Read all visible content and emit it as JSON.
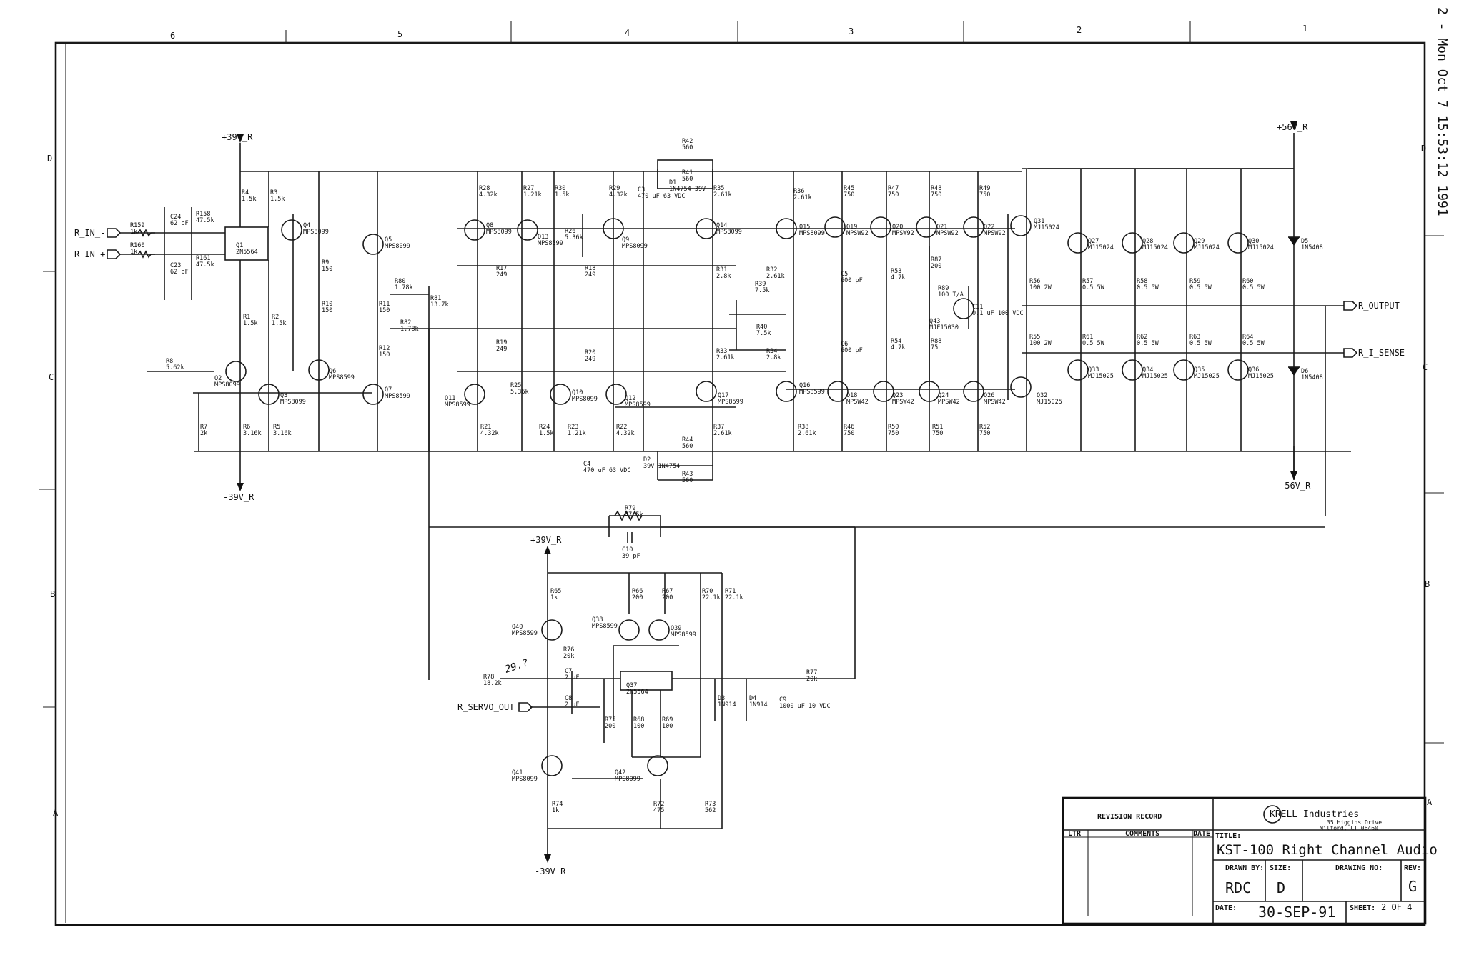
{
  "zone_columns": [
    "6",
    "5",
    "4",
    "3",
    "2",
    "1"
  ],
  "zone_rows": [
    "D",
    "C",
    "B",
    "A"
  ],
  "timestamp": "2 - Mon Oct  7 15:53:12 1991",
  "rails": {
    "pos39_top": "+39V_R",
    "neg39_top": "-39V_R",
    "pos39_bot": "+39V_R",
    "neg39_bot": "-39V_R",
    "pos56": "+56V_R",
    "neg56": "-56V_R"
  },
  "ports": {
    "in_minus": "R_IN_-",
    "in_plus": "R_IN_+",
    "output": "R_OUTPUT",
    "sense": "R_I_SENSE",
    "servo": "R_SERVO_OUT"
  },
  "annotation": "29.?",
  "title_block": {
    "revision_record": "REVISION RECORD",
    "ltr": "LTR",
    "comments": "COMMENTS",
    "date_col": "DATE",
    "title_label": "TITLE:",
    "company": "KRELL Industries",
    "address1": "35 Higgins Drive",
    "address2": "Milford, CT  06460",
    "title": "KST-100 Right Channel Audio",
    "drawn_by_label": "DRAWN BY:",
    "drawn_by": "RDC",
    "size_label": "SIZE:",
    "size": "D",
    "drawing_no_label": "DRAWING NO:",
    "rev_label": "REV:",
    "rev": "G",
    "date_label": "DATE:",
    "date": "30-SEP-91",
    "sheet_label": "SHEET:",
    "sheet": "2 OF 4"
  },
  "components": [
    "R4 1.5k",
    "R3 1.5k",
    "C24 62 pF",
    "R158 47.5k",
    "R159 1k",
    "R160 1k",
    "R161 47.5k",
    "C23 62 pF",
    "Q1 2N5564",
    "Q4 MPS8099",
    "Q5 MPS8099",
    "R9 150",
    "R10 150",
    "R11 150",
    "R12 150",
    "R80 1.78k",
    "R81 13.7k",
    "R82 1.78k",
    "R1 1.5k",
    "R2 1.5k",
    "R8 5.62k",
    "Q2 MPS8099",
    "Q3 MPS8099",
    "Q6 MPS8599",
    "Q7 MPS8599",
    "R7 2k",
    "R6 3.16k",
    "R5 3.16k",
    "R28 4.32k",
    "R27 1.21k",
    "R30 1.5k",
    "Q8 MPS8099",
    "Q13 MPS8599",
    "R26 5.36k",
    "Q9 MPS8099",
    "R29 4.32k",
    "C3 470 uF 63 VDC",
    "D1 1N4754 39V",
    "R42 560",
    "R41 560",
    "R35 2.61k",
    "Q14 MPS8099",
    "R17 249",
    "R18 249",
    "R31 2.8k",
    "R32 2.61k",
    "R39 7.5k",
    "R40 7.5k",
    "R33 2.61k",
    "R34 2.8k",
    "R19 249",
    "R20 249",
    "Q11 MPS8599",
    "R25 5.36k",
    "Q10 MPS8099",
    "Q12 MPS8599",
    "Q17 MPS8599",
    "R21 4.32k",
    "R24 1.5k",
    "R23 1.21k",
    "R22 4.32k",
    "R37 2.61k",
    "C4 470 uF 63 VDC",
    "D2 39V 1N4754",
    "R44 560",
    "R43 560",
    "R36 2.61k",
    "Q15 MPS8099",
    "Q19 MPSW92",
    "Q20 MPSW92",
    "Q21 MPSW92",
    "Q22 MPSW92",
    "R45 750",
    "R47 750",
    "R48 750",
    "R49 750",
    "C5 600 pF",
    "R53 4.7k",
    "R87 200",
    "R89 100 T/A",
    "Q43 MJF15030",
    "C11 0.1 uF 100 VDC",
    "C6 600 pF",
    "R54 4.7k",
    "R88 75",
    "Q16 MPS8599",
    "Q18 MPSW42",
    "Q23 MPSW42",
    "Q24 MPSW42",
    "Q26 MPSW42",
    "R38 2.61k",
    "R46 750",
    "R50 750",
    "R51 750",
    "R52 750",
    "Q31 MJ15024",
    "Q27 MJ15024",
    "Q28 MJ15024",
    "Q29 MJ15024",
    "Q30 MJ15024",
    "R56 100 2W",
    "R57 0.5 5W",
    "R58 0.5 5W",
    "R59 0.5 5W",
    "R60 0.5 5W",
    "R55 100 2W",
    "R61 0.5 5W",
    "R62 0.5 5W",
    "R63 0.5 5W",
    "R64 0.5 5W",
    "Q32 MJ15025",
    "Q33 MJ15025",
    "Q34 MJ15025",
    "Q35 MJ15025",
    "Q36 MJ15025",
    "D5 1N5408",
    "D6 1N5408",
    "R79 47.5k",
    "C10 39 pF",
    "R65 1k",
    "R66 200",
    "R67 200",
    "R70 22.1k",
    "R71 22.1k",
    "Q38 MPS8599",
    "Q40 MPS8599",
    "Q39 MPS8599",
    "R76 20k",
    "C7 2 uF",
    "C8 2 uF",
    "R78 18.2k",
    "Q37 2N5564",
    "R77 20k",
    "D3 1N914",
    "D4 1N914",
    "C9 1000 uF 10 VDC",
    "R75 200",
    "R68 100",
    "R69 100",
    "Q41 MPS8099",
    "Q42 MPS8099",
    "R74 1k",
    "R72 475",
    "R73 562"
  ]
}
